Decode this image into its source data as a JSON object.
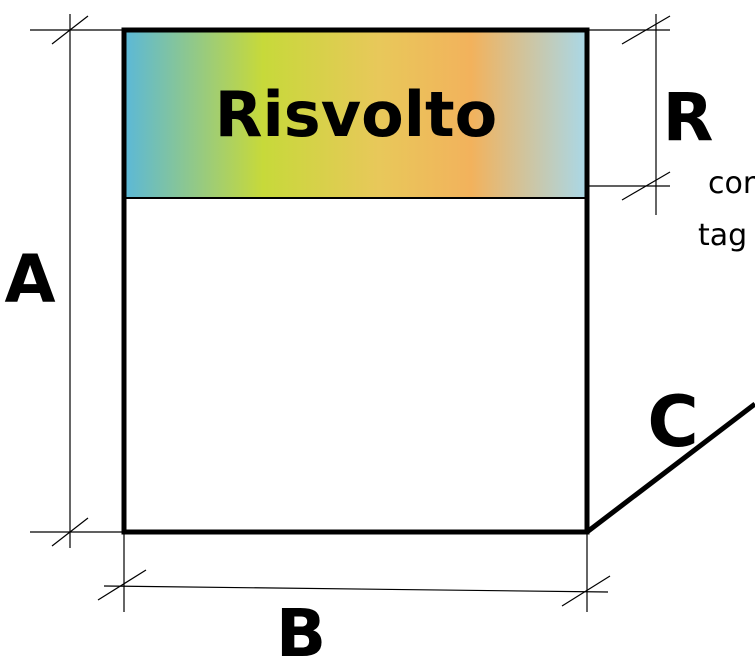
{
  "diagram": {
    "flap_label": "Risvolto",
    "dim_a": "A",
    "dim_b": "B",
    "dim_c": "C",
    "dim_r": "R",
    "note_line1": "cor",
    "note_line2": "tag"
  },
  "colors": {
    "outline": "#000000",
    "gradient": [
      "#5bb8d8",
      "#c7d93a",
      "#e8c85a",
      "#f2b25c",
      "#a9d8e8"
    ]
  }
}
